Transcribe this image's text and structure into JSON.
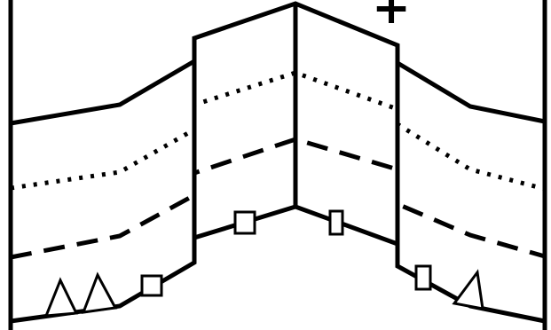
{
  "diagram": {
    "labels": {
      "plus_sign": "+"
    },
    "line_styles": {
      "top_surface": "solid",
      "upper_horizon": "dotted",
      "middle_horizon": "dashed",
      "base_surface": "solid"
    },
    "colors": {
      "stroke": "#000000",
      "background": "#ffffff",
      "marker_fill": "#ffffff"
    },
    "markers": {
      "square_markers": 4,
      "triangle_markers": 3
    }
  }
}
